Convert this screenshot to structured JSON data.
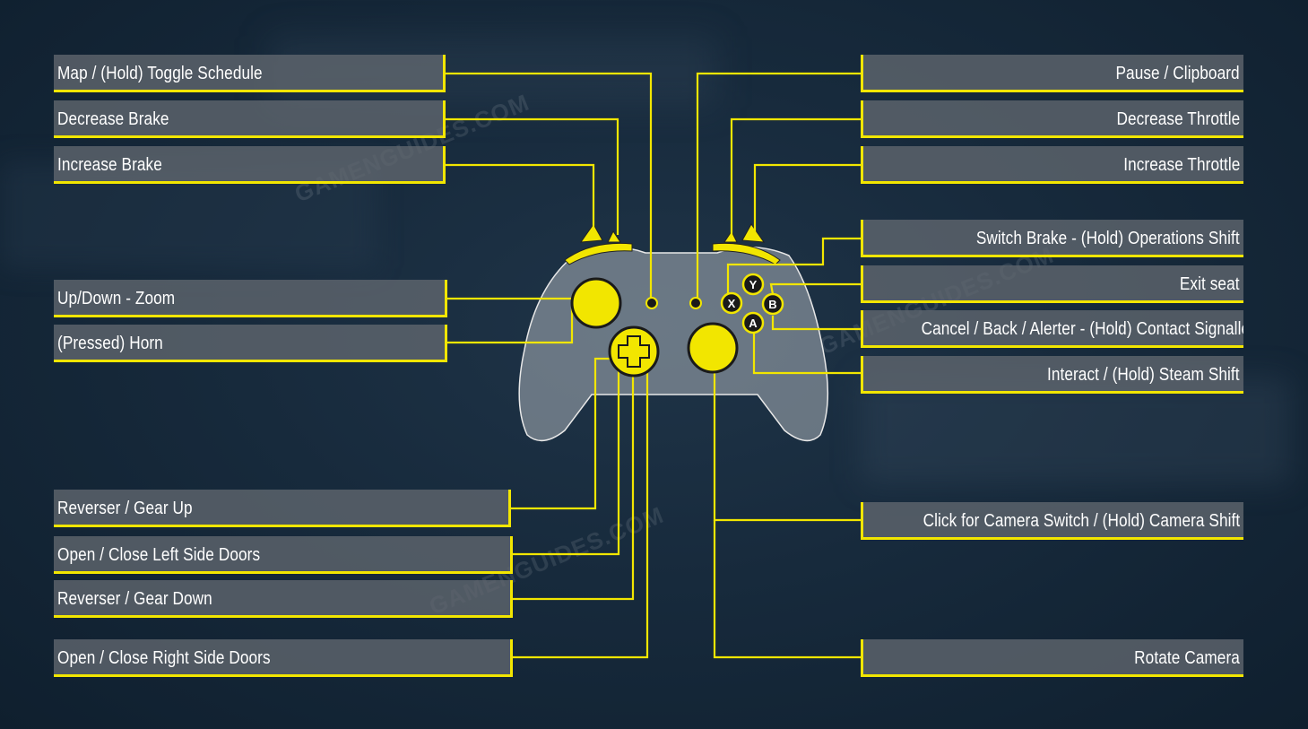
{
  "watermark": "GAMENGUIDES.COM",
  "accent_color": "#f2e600",
  "left_labels": [
    {
      "id": "map",
      "text": "Map / (Hold) Toggle Schedule"
    },
    {
      "id": "decrease-brake",
      "text": "Decrease Brake"
    },
    {
      "id": "increase-brake",
      "text": "Increase Brake"
    },
    {
      "id": "zoom",
      "text": "Up/Down - Zoom"
    },
    {
      "id": "horn",
      "text": "(Pressed) Horn"
    },
    {
      "id": "gear-up",
      "text": "Reverser / Gear Up"
    },
    {
      "id": "left-doors",
      "text": "Open / Close Left Side Doors"
    },
    {
      "id": "gear-down",
      "text": "Reverser / Gear Down"
    },
    {
      "id": "right-doors",
      "text": "Open / Close Right Side Doors"
    }
  ],
  "right_labels": [
    {
      "id": "pause",
      "text": "Pause / Clipboard"
    },
    {
      "id": "decrease-throttle",
      "text": "Decrease Throttle"
    },
    {
      "id": "increase-throttle",
      "text": "Increase Throttle"
    },
    {
      "id": "switch-brake",
      "text": "Switch Brake - (Hold) Operations Shift"
    },
    {
      "id": "exit-seat",
      "text": "Exit seat"
    },
    {
      "id": "cancel",
      "text": "Cancel / Back / Alerter - (Hold) Contact Signaller"
    },
    {
      "id": "interact",
      "text": "Interact / (Hold) Steam Shift"
    },
    {
      "id": "camera-switch",
      "text": "Click for Camera Switch / (Hold) Camera Shift"
    },
    {
      "id": "rotate-camera",
      "text": "Rotate Camera"
    }
  ],
  "controller": {
    "face_buttons": {
      "y": "Y",
      "x": "X",
      "b": "B",
      "a": "A"
    }
  }
}
